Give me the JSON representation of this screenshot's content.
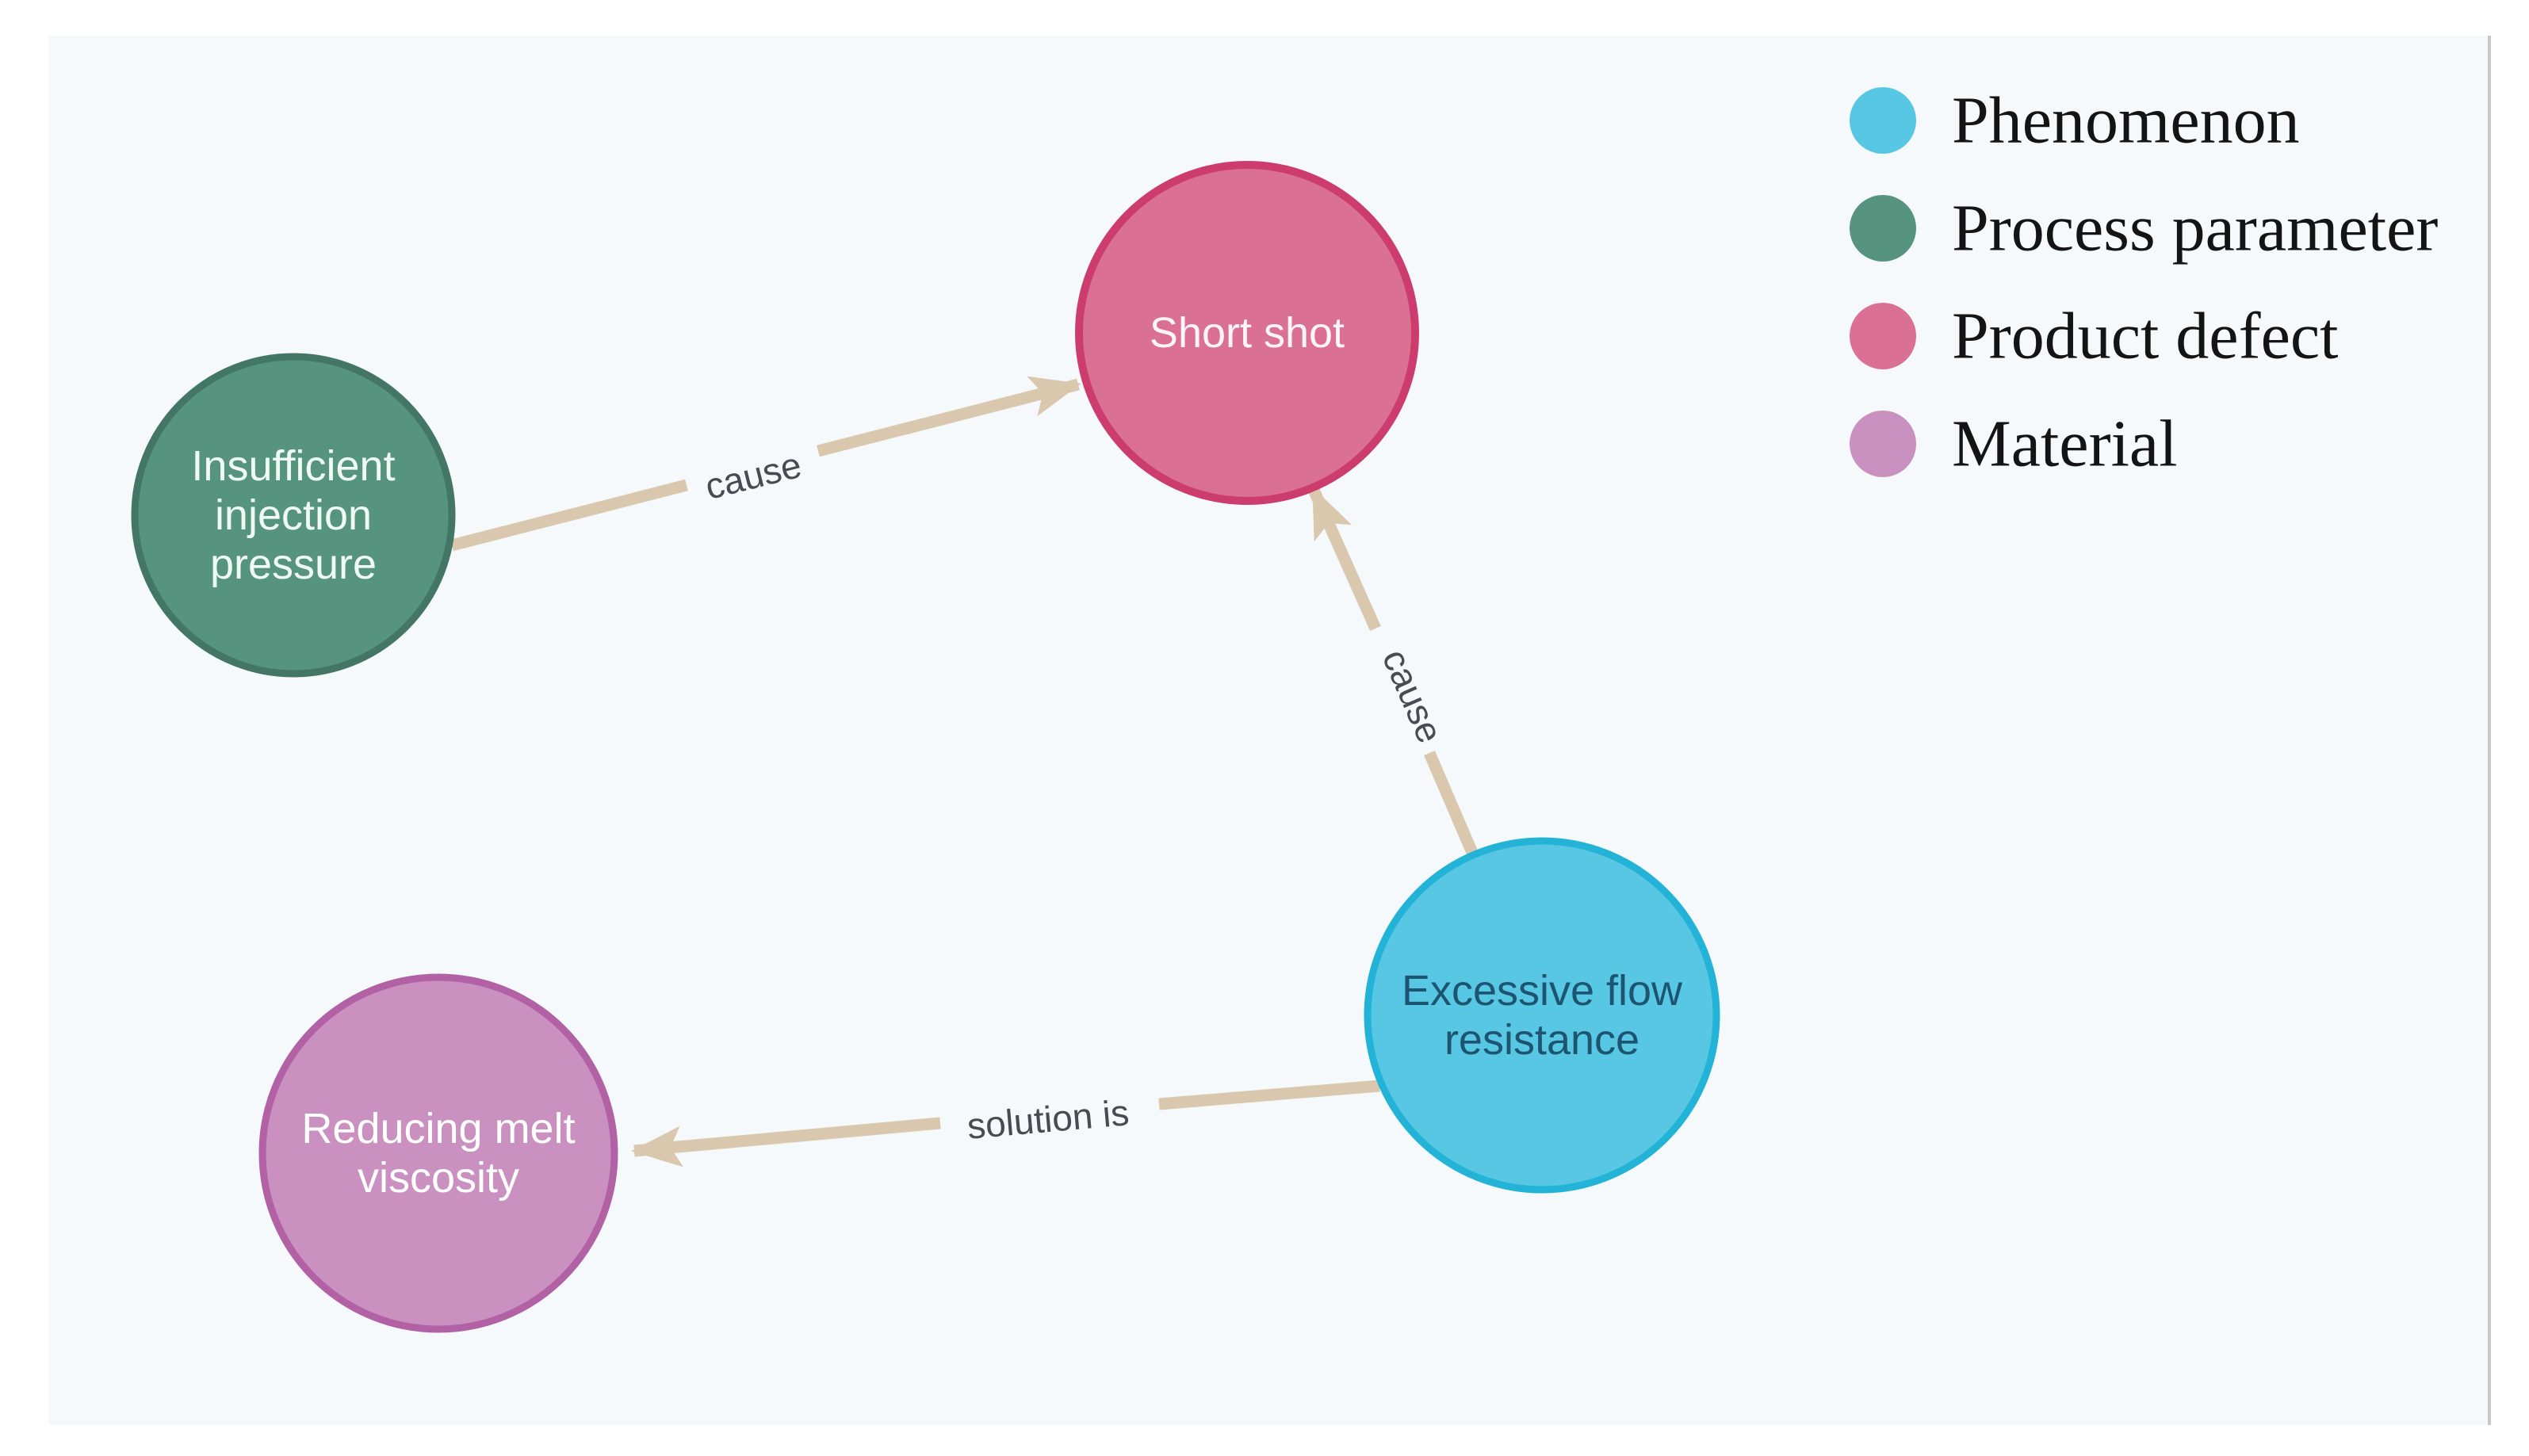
{
  "panel": {
    "background": "#F5F9FC",
    "outer_background": "#FFFFFF",
    "right_border_color": "#C8C8C8"
  },
  "legend": {
    "items": [
      {
        "label": "Phenomenon",
        "color": "#57C7E3"
      },
      {
        "label": "Process parameter",
        "color": "#569480"
      },
      {
        "label": "Product defect",
        "color": "#DA7194"
      },
      {
        "label": "Material",
        "color": "#C990C0"
      }
    ]
  },
  "graph": {
    "nodes": [
      {
        "id": "insufficient-injection-pressure",
        "label": "Insufficient injection pressure",
        "lines": [
          "Insufficient",
          "injection",
          "pressure"
        ],
        "category": "Process parameter",
        "fill": "#569480",
        "border": "#447666",
        "text_color": "#EFFAF4"
      },
      {
        "id": "short-shot",
        "label": "Short shot",
        "lines": [
          "Short shot"
        ],
        "category": "Product defect",
        "fill": "#DA7194",
        "border": "#CC3C6C",
        "text_color": "#FFF5F9"
      },
      {
        "id": "excessive-flow-resistance",
        "label": "Excessive flow resistance",
        "lines": [
          "Excessive flow",
          "resistance"
        ],
        "category": "Phenomenon",
        "fill": "#57C7E3",
        "border": "#23B3D7",
        "text_color": "#1D5570"
      },
      {
        "id": "reducing-melt-viscosity",
        "label": "Reducing melt viscosity",
        "lines": [
          "Reducing melt",
          "viscosity"
        ],
        "category": "Material",
        "fill": "#C990C0",
        "border": "#B261A5",
        "text_color": "#FFFFFF"
      }
    ],
    "edges": [
      {
        "from": "insufficient-injection-pressure",
        "to": "short-shot",
        "label": "cause"
      },
      {
        "from": "excessive-flow-resistance",
        "to": "short-shot",
        "label": "cause"
      },
      {
        "from": "excessive-flow-resistance",
        "to": "reducing-melt-viscosity",
        "label": "solution is"
      }
    ],
    "edge_color": "#D9C8AE",
    "edge_label_color": "#474C52"
  }
}
